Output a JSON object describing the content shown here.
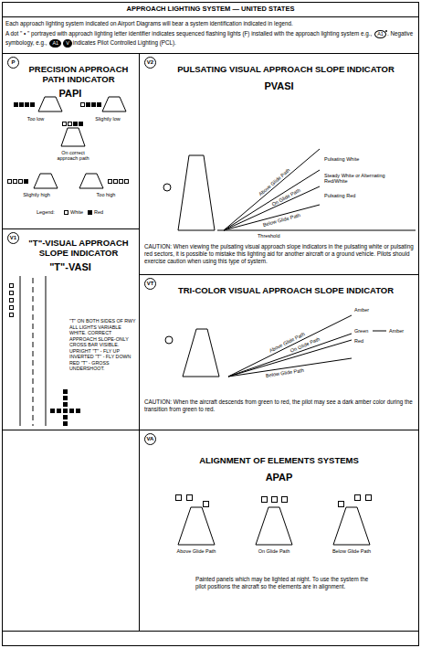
{
  "diagram": {
    "title": "APPROACH LIGHTING SYSTEM — UNITED STATES",
    "nodes": [
      {
        "text": [
          "PRECISION APPROACH PATH INDICATOR",
          "PAPI"
        ]
      },
      {
        "text": [
          "P"
        ],
        "in": 0
      },
      {
        "text": [
          "PULSATING VISUAL APPROACH SLOPE INDICATOR",
          "PVASI",
          "CAUTION: When viewing the pulsating visual approach slope indicators in the pulsating white or pulsating red sectors, it is possible to mistake this lighting aid for another aircraft or a ground vehicle. Pilots should exercise caution when using this type of system."
        ]
      },
      {
        "text": [
          "V2"
        ],
        "in": 2
      },
      {
        "text": [
          "\"T\"-VISUAL APPROACH SLOPE INDICATOR",
          "\"T\"-VASI",
          "\"T\" ON BOTH SIDES OF RWY ALL LIGHTS VARIABLE WHITE. CORRECT APPROACH SLOPE-ONLY CROSS BAR VISIBLE. UPRIGHT \"T\" - FLY UP INVERTED \"T\" - FLY DOWN RED \"T\" - GROSS UNDERSHOOT."
        ]
      },
      {
        "text": [
          "V1"
        ],
        "in": 4
      },
      {
        "text": [
          "TRI-COLOR VISUAL APPROACH SLOPE INDICATOR",
          "CAUTION: When the aircraft descends from green to red, the pilot may see a dark amber color during the transition from green to red."
        ]
      },
      {
        "text": [
          "VT"
        ],
        "in": 6
      },
      {
        "text": [
          "ALIGNMENT OF ELEMENTS SYSTEMS",
          "APAP",
          "Painted panels which may be lighted at night. To use the system the pilot positions the aircraft so the elements are in alignment."
        ]
      },
      {
        "text": [
          "VA"
        ],
        "in": 8
      }
    ],
    "labels": [
      "Each approach lighting system indicated on Airport Diagrams will bear a system identification indicated in legend.",
      "A dot \" • \" portrayed with approach lighting letter identifier indicates sequenced flashing lights (F) installed with the approach lighting system e.g.,",
      "A1",
      ". Negative symbology, e.g.,",
      "A1",
      "V",
      "indicates Pilot Controlled Lighting (PCL).",
      "Too low",
      "Slightly low",
      "On correct approach path",
      "Slightly high",
      "Too high",
      "Legend:",
      "Above Glide Path",
      "On Glide Path",
      "Below Glide Path",
      "Pulsating White",
      "Steady White or Alternating Red/White",
      "Pulsating Red",
      "Threshold",
      "Amber",
      "Above Glide Path",
      "On Glide Path",
      "Green",
      "Amber",
      "Red",
      "Below Glide Path",
      "Above Glide Path",
      "On Glide Path",
      "Below Glide Path"
    ],
    "legend": [
      {
        "text": "White",
        "color": "#ffffff"
      },
      {
        "text": "Red",
        "color": "#000000"
      }
    ]
  }
}
